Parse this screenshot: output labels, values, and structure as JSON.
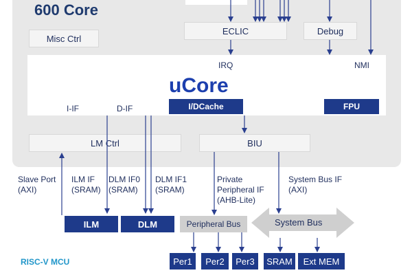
{
  "diagram": {
    "core_title": "600 Core",
    "misc_ctrl": "Misc Ctrl",
    "eclic": "ECLIC",
    "debug": "Debug",
    "irq": "IRQ",
    "nmi": "NMI",
    "ucore": "uCore",
    "i_if": "I-IF",
    "d_if": "D-IF",
    "idcache": "I/DCache",
    "fpu": "FPU",
    "lm_ctrl": "LM Ctrl",
    "biu": "BIU",
    "slave_port": "Slave Port\n(AXI)",
    "ilm_if": "ILM IF\n(SRAM)",
    "dlm_if0": "DLM IF0\n(SRAM)",
    "dlm_if1": "DLM IF1\n(SRAM)",
    "private_periph_if": "Private\nPeripheral IF\n(AHB-Lite)",
    "system_bus_if": "System Bus IF\n(AXI)",
    "ilm": "ILM",
    "dlm": "DLM",
    "peripheral_bus": "Peripheral Bus",
    "system_bus": "System Bus",
    "per1": "Per1",
    "per2": "Per2",
    "per3": "Per3",
    "sram": "SRAM",
    "ext_mem": "Ext MEM",
    "riscv_mcu": "RISC-V MCU"
  },
  "colors": {
    "navy": "#1e3a8a",
    "wire": "#2a3f8f",
    "core_bg": "#e8e8e8",
    "accent_text": "#2196c9"
  }
}
